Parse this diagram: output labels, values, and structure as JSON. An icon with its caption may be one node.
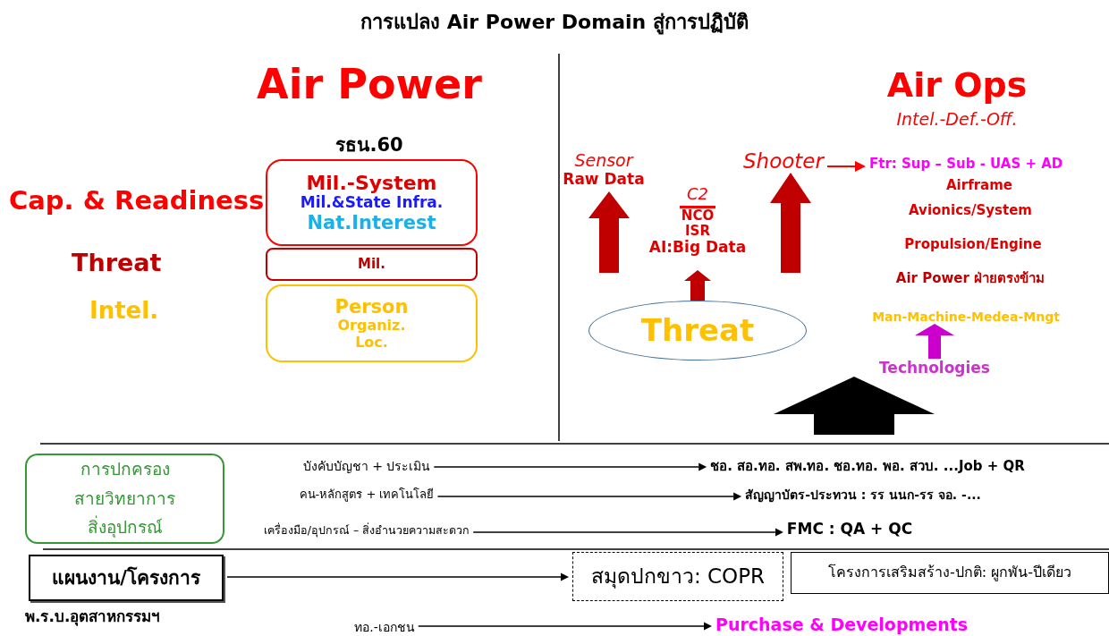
{
  "diagram": {
    "title": "การแปลง Air Power Domain สู่การปฏิบัติ",
    "nodes": [
      {
        "text": [
          "Mil.-System",
          "Mil.&State Infra.",
          "Nat.Interest"
        ]
      },
      {
        "text": [
          "Mil."
        ]
      },
      {
        "text": [
          "Person",
          "Organiz.",
          "Loc."
        ]
      },
      {
        "text": [
          "Threat"
        ]
      },
      {
        "text": [
          "C2",
          "NCO",
          "ISR",
          "AI:Big Data"
        ]
      },
      {
        "text": [
          "Sensor",
          "Raw Data"
        ]
      },
      {
        "text": [
          "Shooter"
        ]
      },
      {
        "text": [
          "Ftr: Sup – Sub -  UAS  +  AD"
        ]
      },
      {
        "text": [
          "Man-Machine-Medea-Mngt"
        ]
      },
      {
        "text": [
          "Technologies"
        ]
      },
      {
        "text": [
          "การปกครอง",
          "สายวิทยาการ",
          "สิ่งอุปกรณ์"
        ]
      },
      {
        "text": [
          "บังคับบัญชา  +  ประเมิน"
        ]
      },
      {
        "text": [
          "ชอ. สอ.ทอ. สพ.ทอ. ชอ.ทอ.  พอ.  สวบ. ...Job + QR"
        ]
      },
      {
        "text": [
          "คน-หลักสูตร   +  เทคโนโลยี"
        ]
      },
      {
        "text": [
          "สัญญาบัตร-ประทวน  :  รร นนก-รร จอ. -..."
        ]
      },
      {
        "text": [
          "เครื่องมือ/อุปกรณ์ – สิ่งอำนวยความสะดวก"
        ]
      },
      {
        "text": [
          "FMC : QA  +  QC"
        ]
      },
      {
        "text": [
          "แผนงาน/โครงการ"
        ]
      },
      {
        "text": [
          "สมุดปกขาว: COPR"
        ]
      },
      {
        "text": [
          "โครงการเสริมสร้าง-ปกติ: ผูกพัน-ปีเดียว"
        ]
      },
      {
        "text": [
          "ทอ.-เอกชน"
        ]
      },
      {
        "text": [
          "Purchase & Developments"
        ]
      }
    ],
    "edges": [
      {
        "from": 3,
        "to": 4,
        "arrow": "to",
        "style": "thick",
        "color": "#c00000"
      },
      {
        "from": null,
        "to": 5,
        "arrow": "to",
        "style": "thick",
        "color": "#c00000"
      },
      {
        "from": null,
        "to": 6,
        "arrow": "to",
        "style": "thick",
        "color": "#c00000"
      },
      {
        "from": 6,
        "to": 7,
        "arrow": "to",
        "color": "#ff0000"
      },
      {
        "from": 9,
        "to": 8,
        "arrow": "to",
        "style": "thick",
        "color": "#cc00cc"
      },
      {
        "from": null,
        "to": 9,
        "arrow": "to",
        "style": "thick"
      },
      {
        "from": 11,
        "to": 12,
        "arrow": "to"
      },
      {
        "from": 13,
        "to": 14,
        "arrow": "to"
      },
      {
        "from": 15,
        "to": 16,
        "arrow": "to"
      },
      {
        "from": 17,
        "to": 18,
        "arrow": "to"
      },
      {
        "from": 20,
        "to": 21,
        "arrow": "to"
      }
    ],
    "labels": [
      "Air Power",
      "รธน.60",
      "Cap. & Readiness",
      "Threat",
      "Intel.",
      "Air Ops",
      "Intel.-Def.-Off.",
      "Airframe",
      "Avionics/System",
      "Propulsion/Engine",
      "Air Power ฝ่ายตรงข้าม",
      "พ.ร.บ.อุตสาหกรรมฯ"
    ]
  }
}
